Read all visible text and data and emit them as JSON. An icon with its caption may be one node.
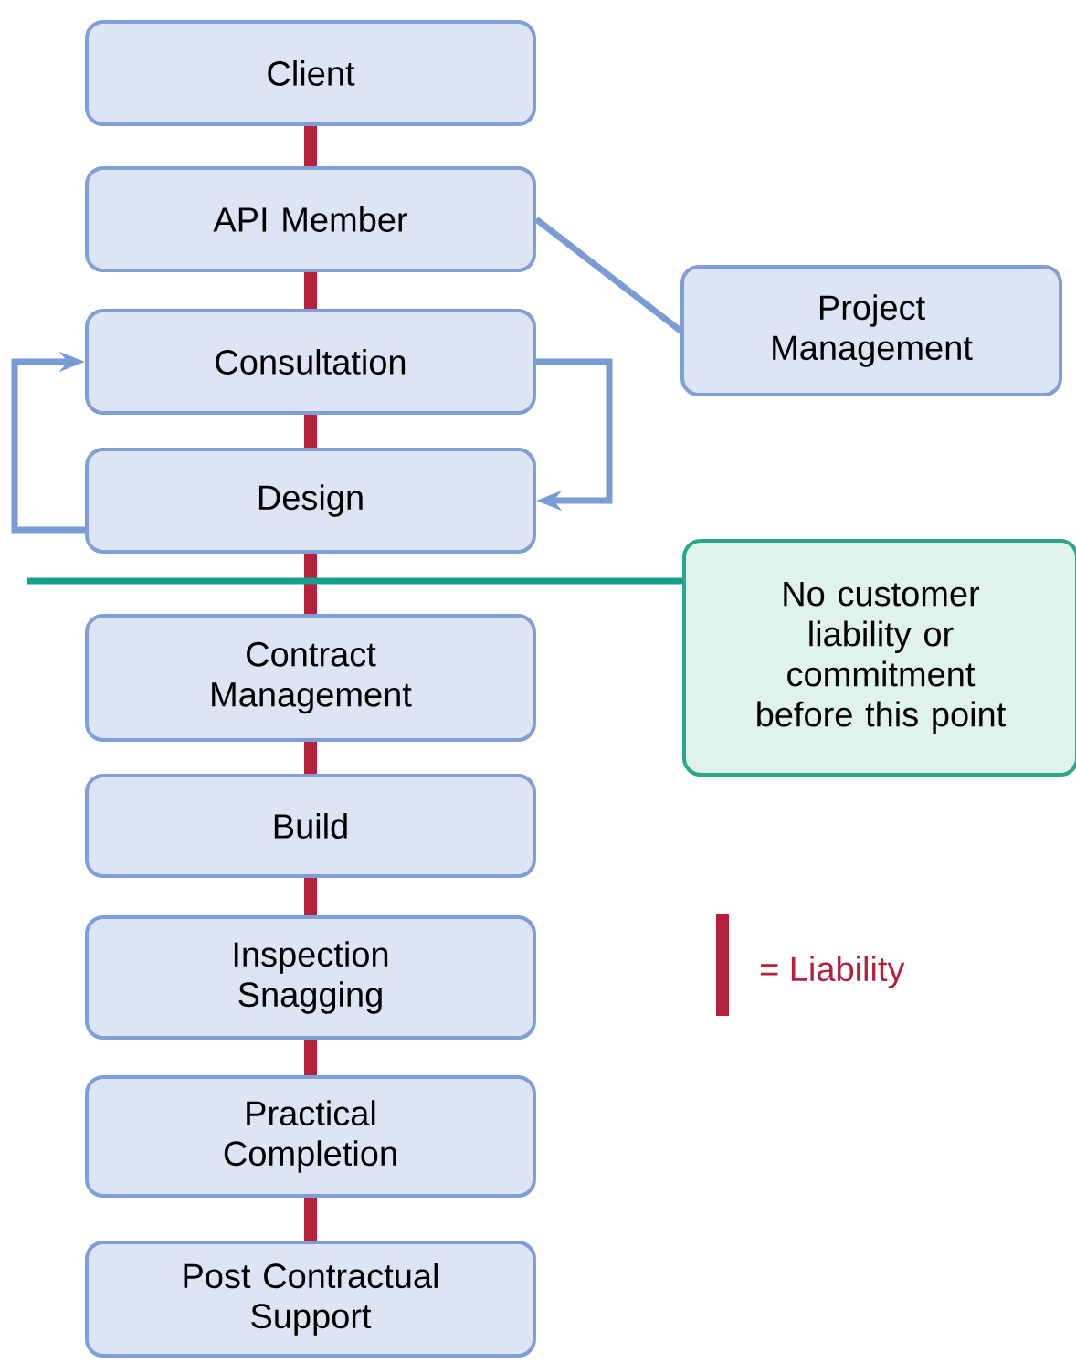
{
  "diagram": {
    "nodes": [
      {
        "text": [
          "Client"
        ]
      },
      {
        "text": [
          "API Member"
        ]
      },
      {
        "text": [
          "Consultation"
        ]
      },
      {
        "text": [
          "Design"
        ]
      },
      {
        "text": [
          "Contract Management"
        ]
      },
      {
        "text": [
          "Build"
        ]
      },
      {
        "text": [
          "Inspection Snagging"
        ]
      },
      {
        "text": [
          "Practical Completion"
        ]
      },
      {
        "text": [
          "Post Contractual Support"
        ]
      },
      {
        "text": [
          "Project Management"
        ]
      },
      {
        "text": [
          "No customer liability or commitment before this point"
        ]
      }
    ],
    "edges": [
      {
        "from": 0,
        "to": 1,
        "arrow": "none"
      },
      {
        "from": 1,
        "to": 2,
        "arrow": "none"
      },
      {
        "from": 2,
        "to": 3,
        "arrow": "none"
      },
      {
        "from": 3,
        "to": 4,
        "arrow": "none"
      },
      {
        "from": 4,
        "to": 5,
        "arrow": "none"
      },
      {
        "from": 5,
        "to": 6,
        "arrow": "none"
      },
      {
        "from": 6,
        "to": 7,
        "arrow": "none"
      },
      {
        "from": 7,
        "to": 8,
        "arrow": "none"
      },
      {
        "from": 1,
        "to": 9,
        "arrow": "none",
        "color": "#7a9cd6"
      },
      {
        "from": 2,
        "to": 3,
        "arrow": "to",
        "color": "#7a9cd6"
      },
      {
        "from": 3,
        "to": 2,
        "arrow": "to",
        "color": "#7a9cd6"
      },
      {
        "from": null,
        "to": 10,
        "arrow": "none",
        "color": "#14a088"
      }
    ],
    "legend": [
      {
        "text": "= Liability",
        "color": "#b5203d"
      }
    ]
  }
}
